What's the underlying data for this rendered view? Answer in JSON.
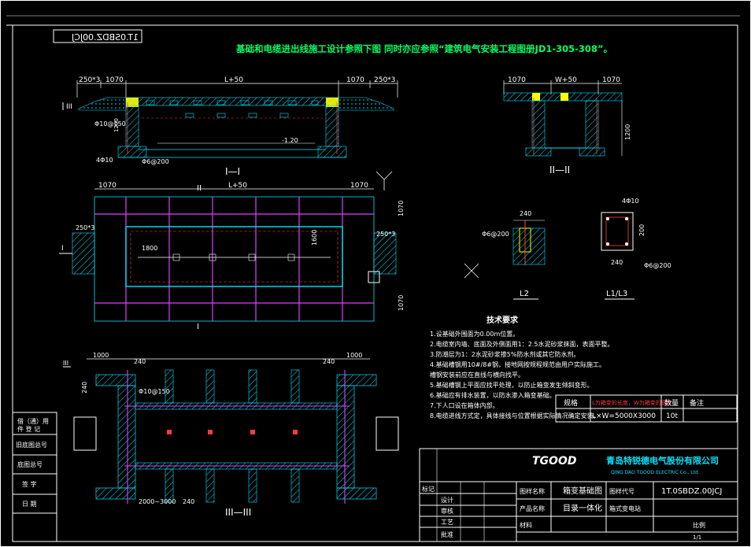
{
  "drawing": {
    "header_note": "基础和电缆进出线施工设计参照下图 同时亦应参照“建筑电气安装工程图册JD1-305-308”。",
    "stamp_mirrored": "1T.0SBDZ.00JCJ",
    "section_labels": {
      "s1": "I—I",
      "s2": "II—II",
      "s3": "III—III",
      "plan_I": "I",
      "plan_II": "II",
      "l2": "L2",
      "l13": "L1/L3"
    },
    "dims": {
      "d1070": "1070",
      "d250x3": "250*3",
      "dL50": "L+50",
      "dW50": "W+50",
      "d1000": "1000",
      "d240": "240",
      "d1800": "1800",
      "d1600": "1600",
      "d200": "200",
      "d120": "120",
      "d410": "4Φ10",
      "d6200": "Φ6@200",
      "d10150": "Φ10@150",
      "d2000": "2000~3000",
      "d1200": "1200",
      "dm120": "-1.20"
    },
    "tech": {
      "title": "技术要求",
      "items": [
        "1.设基础外围面为0.00m位置。",
        "2.电缆室内墙、底面及外侧面用1：2.5水泥砂浆抹面，表面平整。",
        "3.防潮层为1：2水泥砂浆掺5%防水剂或其它防水剂。",
        "4.基础槽钢用10#/8#钢，接地网按规程规范由用户实际施工。",
        "   槽钢安装前应在直线与横向找平。",
        "5.基础槽钢上平面应找平处理，以防止箱变发生倾斜变形。",
        "6.基础应有排水装置，以防水渗入箱变基础。",
        "7.下人口设在箱体内部。",
        "8.电缆进线方式定，具体接线与位置根据实际情况确定安装。"
      ]
    },
    "spec": {
      "name_label": "规格",
      "hint": "L为箱变的长度，W为箱变的宽度",
      "qty_label": "数量",
      "note_label": "备注",
      "model": "L×W=5000X3000",
      "qty": "10t"
    },
    "titleblock": {
      "company": "青岛特锐德电气股份有限公司",
      "company_en": "QING DAO TGOOD ELECTRIC Co., Ltd",
      "logo": "TGOOD",
      "drawing_name_label": "图样名称",
      "drawing_name": "箱变基础图",
      "drawing_code_label": "图样代号",
      "drawing_code": "1T.0SBDZ.00JCJ",
      "product_label": "产品名称",
      "product": "箱式变电站",
      "product2": "目录一体化",
      "material_label": "材料",
      "rows_left": [
        "标记",
        "设计",
        "审核",
        "工艺",
        "批准"
      ],
      "page": "1/1",
      "scale_label": "比例"
    },
    "sidebar": {
      "items": [
        "借（通）用",
        "件 登 记",
        "旧底图总号",
        "底图总号",
        "签 字",
        "日 期"
      ]
    }
  },
  "colors": {
    "frame": "#ffffff",
    "wall": "#00e5ff",
    "rebar": "#ff3b3b",
    "column": "#e040fb",
    "dim": "#ffffff",
    "accent": "#ffff00",
    "green": "#3cff3c",
    "header": "#00ff66"
  }
}
